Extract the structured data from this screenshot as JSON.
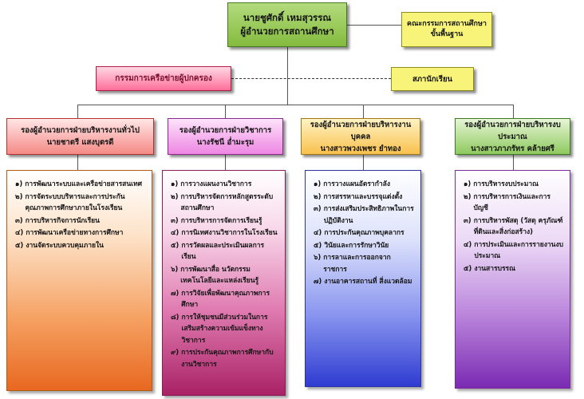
{
  "director": {
    "name": "นายชูศักดิ์  เหมสุวรรณ",
    "title": "ผู้อำนวยการสถานศึกษา"
  },
  "committee": {
    "line1": "คณะกรรมการสถานศึกษา",
    "line2": "ขั้นพื้นฐาน"
  },
  "parent_network": {
    "label": "กรรมการเครือข่ายผู้ปกครอง"
  },
  "student_council": {
    "label": "สภานักเรียน"
  },
  "departments": [
    {
      "title": "รองผู้อำนวยการฝ่ายบริหารงานทั่วไป",
      "person": "นายชาตรี  แสงบุตรดี",
      "tasks": [
        {
          "num": "๑)",
          "text": "การพัฒนาระบบและเครือข่ายสารสนเทศ"
        },
        {
          "num": "๒)",
          "text": "การจัดระบบบริหารและการประกันคุณภาพการศึกษาภายในโรงเรียน"
        },
        {
          "num": "๓)",
          "text": "การบริหารกิจการนักเรียน"
        },
        {
          "num": "๔)",
          "text": "การพัฒนาเครือข่ายทางการศึกษา"
        },
        {
          "num": "๕)",
          "text": "งานจัดระบบควบคุมภายใน"
        }
      ]
    },
    {
      "title": "รองผู้อำนวยการฝ่ายวิชาการ",
      "person": "นางรัชนี  อ่ำมะรุม",
      "tasks": [
        {
          "num": "๑)",
          "text": "การวางแผนงานวิชาการ"
        },
        {
          "num": "๒)",
          "text": "การบริหารจัดการหลักสูตรระดับสถานศึกษา"
        },
        {
          "num": "๓)",
          "text": "การบริหารการจัดการเรียนรู้"
        },
        {
          "num": "๔)",
          "text": "การนิเทศงานวิชาการในโรงเรียน"
        },
        {
          "num": "๕)",
          "text": "การวัดผลและประเมินผลการเรียน"
        },
        {
          "num": "๖)",
          "text": "การพัฒนาสื่อ นวัตกรรมเทคโนโลยีและแหล่งเรียนรู้"
        },
        {
          "num": "๗)",
          "text": "การวิจัยเพื่อพัฒนาคุณภาพการศึกษา"
        },
        {
          "num": "๘)",
          "text": "การให้ชุมชนมีส่วนร่วมในการเสริมสร้างความเข้มแข็งทางวิชาการ"
        },
        {
          "num": "๙)",
          "text": "การประกันคุณภาพการศึกษากับงานวิชาการ"
        }
      ]
    },
    {
      "title": "รองผู้อำนวยการฝ่ายบริหารงานบุคคล",
      "person": "นางสาวพวงเพชร  ยำทอง",
      "tasks": [
        {
          "num": "๑)",
          "text": "การวางแผนอัตรากำลัง"
        },
        {
          "num": "๒)",
          "text": "การสรรหาและบรรจุแต่งตั้ง"
        },
        {
          "num": "๓)",
          "text": "การส่งเสริมประสิทธิภาพในการปฏิบัติงาน"
        },
        {
          "num": "๔)",
          "text": "การประกันคุณภาพบุคลากร"
        },
        {
          "num": "๕)",
          "text": "วินัยและการรักษาวินัย"
        },
        {
          "num": "๖)",
          "text": "การลาและการออกจากราชการ"
        },
        {
          "num": "๗)",
          "text": "งานอาคารสถานที่ สิ่งแวดล้อม"
        }
      ]
    },
    {
      "title": "รองผู้อำนวยการฝ่ายบริหารงบประมาณ",
      "person": "นางสาวภาภรัทร  คล้ายศรี",
      "tasks": [
        {
          "num": "๑)",
          "text": "การบริหารงบประมาณ"
        },
        {
          "num": "๒)",
          "text": "การบริหารการเงินและการบัญชี"
        },
        {
          "num": "๓)",
          "text": "การบริหารพัสดุ (วัสดุ ครุภัณฑ์ ที่ดินและสิ่งก่อสร้าง)"
        },
        {
          "num": "๔)",
          "text": "การประเมินและการรายงานงบประมาณ"
        },
        {
          "num": "๕)",
          "text": "งานสารบรรณ"
        }
      ]
    }
  ]
}
